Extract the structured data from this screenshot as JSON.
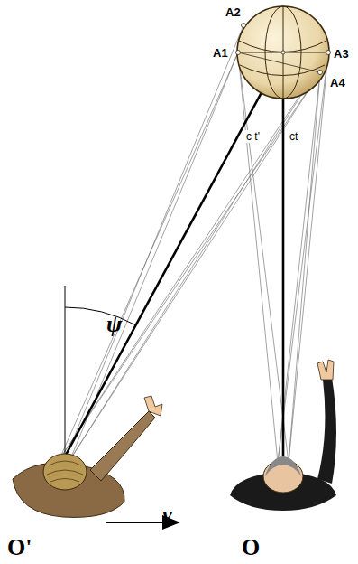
{
  "diagram": {
    "labels": [
      "A2",
      "A1",
      "A3",
      "A4",
      "c t'",
      "ct",
      "ψ",
      "v",
      "O'",
      "O"
    ]
  }
}
